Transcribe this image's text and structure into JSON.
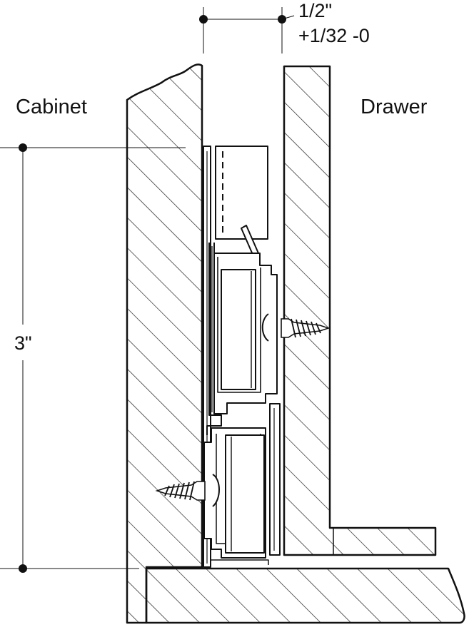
{
  "labels": {
    "cabinet": "Cabinet",
    "drawer": "Drawer",
    "gap_nominal": "1/2\"",
    "gap_tolerance": "+1/32 -0",
    "height": "3\""
  },
  "colors": {
    "line": "#111111",
    "background": "#ffffff"
  }
}
